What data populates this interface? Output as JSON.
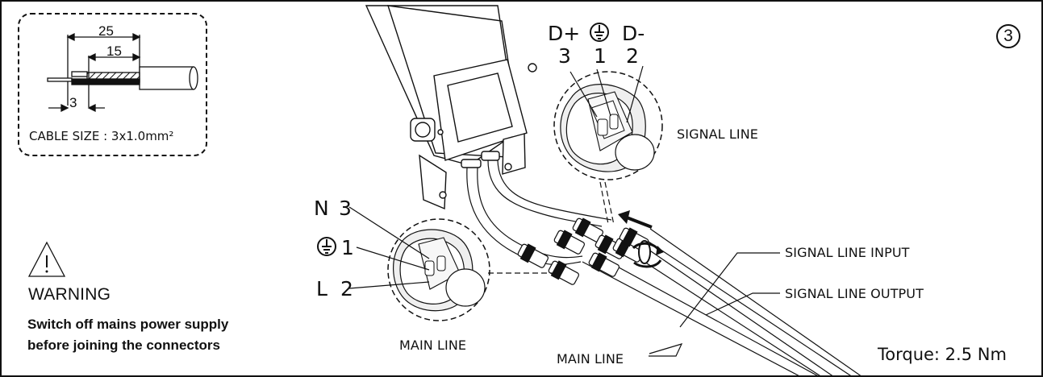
{
  "cable_diagram": {
    "dimension_total": "25",
    "dimension_inner": "15",
    "dimension_strip": "3",
    "cable_size_label": "CABLE SIZE : 3x1.0mm²"
  },
  "step": {
    "number": "3"
  },
  "warning": {
    "title": "WARNING",
    "line_1": "Switch off mains power supply",
    "line_2": "before joining the connectors"
  },
  "signal_pins": {
    "dplus_label": "D+",
    "dminus_label": "D-",
    "dplus_number": "3",
    "ground_number": "1",
    "dminus_number": "2"
  },
  "main_pins": {
    "n_label": "N",
    "n_number": "3",
    "ground_number": "1",
    "l_label": "L",
    "l_number": "2"
  },
  "labels": {
    "signal_line": "SIGNAL LINE",
    "main_line_detail": "MAIN LINE",
    "signal_line_input": "SIGNAL LINE INPUT",
    "signal_line_output": "SIGNAL LINE OUTPUT",
    "main_line_bottom": "MAIN LINE",
    "torque": "Torque: 2.5 Nm"
  },
  "icons": {
    "warning": "warning-triangle-icon",
    "ground": "ground-icon",
    "rotation": "rotate-icon",
    "direction": "arrow-icon"
  },
  "colors": {
    "line": "#111111",
    "background": "#ffffff",
    "shade": "#d9d9d9"
  }
}
